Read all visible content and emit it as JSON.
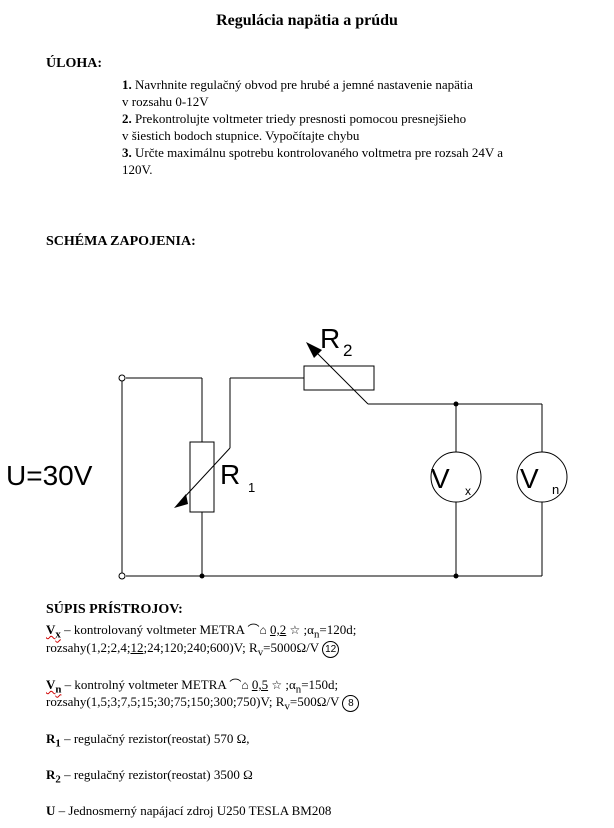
{
  "title": "Regulácia napätia a prúdu",
  "task": {
    "heading": "ÚLOHA:",
    "items": [
      {
        "num": "1.",
        "line1": " Navrhnite regulačný obvod pre hrubé a jemné nastavenie napätia",
        "line2": "v rozsahu 0-12V"
      },
      {
        "num": "2.",
        "line1": " Prekontrolujte voltmeter triedy presnosti pomocou presnejšieho",
        "line2": "v šiestich bodoch stupnice. Vypočítajte chybu"
      },
      {
        "num": "3.",
        "line1": " Určte maximálnu spotrebu kontrolovaného voltmetra pre rozsah 24V a",
        "line2": "120V."
      }
    ]
  },
  "schema_heading": "SCHÉMA ZAPOJENIA:",
  "circuit": {
    "source_label": "U=30V",
    "r1": {
      "letter": "R",
      "sub": "1"
    },
    "r2": {
      "letter": "R",
      "sub": "2"
    },
    "vx": {
      "letter": "V",
      "sub": "x"
    },
    "vn": {
      "letter": "V",
      "sub": "n"
    }
  },
  "instruments": {
    "heading": "SÚPIS PRÍSTROJOV:",
    "vx": {
      "sym": "V",
      "sub": "x",
      "desc": " – kontrolovaný voltmeter METRA ",
      "cls": "0,2",
      "alpha": "α",
      "alpha_sub": "n",
      "alpha_val": "=120d;",
      "ranges_pre": "rozsahy(1,2;2,4;",
      "ranges_sel": "12",
      "ranges_post": ";24;120;240;600)V; R",
      "rv_sub": "v",
      "rv_val": "=5000Ω/V",
      "badge": "12"
    },
    "vn": {
      "sym": "V",
      "sub": "n",
      "desc": " – kontrolný voltmeter METRA ",
      "cls": "0,5",
      "alpha": "α",
      "alpha_sub": "n",
      "alpha_val": "=150d;",
      "ranges": "rozsahy(1,5;3;7,5;15;30;75;150;300;750)V; R",
      "rv_sub": "v",
      "rv_val": "=500Ω/V",
      "badge": "8"
    },
    "r1": {
      "sym": "R",
      "sub": "1",
      "desc": " – regulačný rezistor(reostat) 570 Ω,"
    },
    "r2": {
      "sym": "R",
      "sub": "2",
      "desc": " – regulačný rezistor(reostat) 3500 Ω"
    },
    "u": {
      "sym": "U",
      "desc": " – Jednosmerný napájací zdroj U250  TESLA  BM208"
    }
  }
}
